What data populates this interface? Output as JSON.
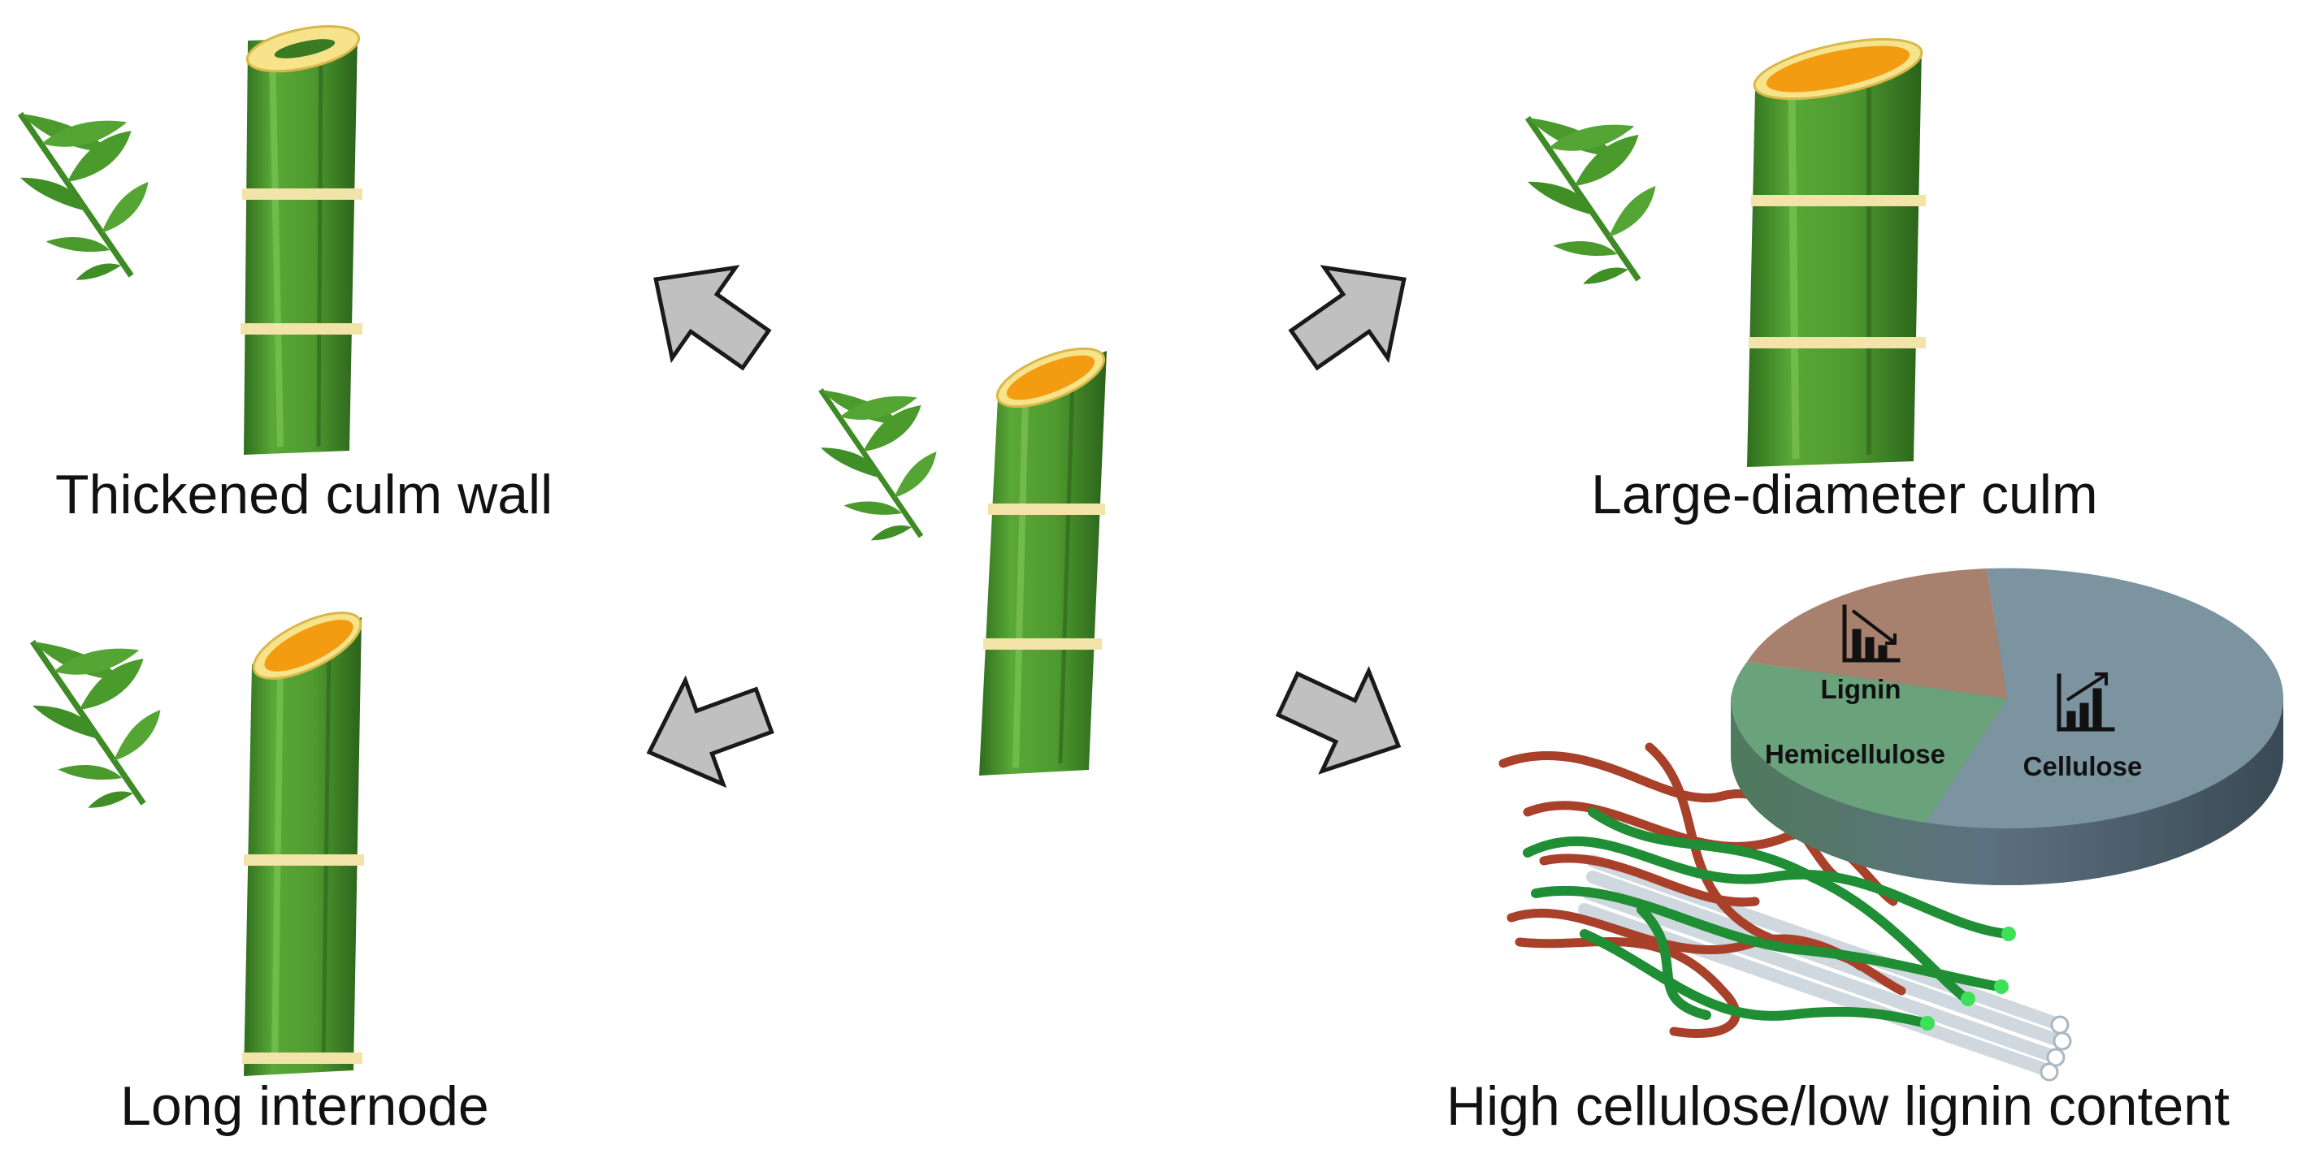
{
  "captions": {
    "thick_wall": "Thickened culm wall",
    "large_diameter": "Large-diameter culm",
    "long_internode": "Long internode",
    "composition": "High cellulose/low lignin content"
  },
  "pie": {
    "lignin": "Lignin",
    "hemicellulose": "Hemicellulose",
    "cellulose": "Cellulose"
  },
  "colors": {
    "culm": "#4f9a2f",
    "culm_dark": "#2f6e1d",
    "node": "#f2e4a8",
    "cut_rim": "#f7e389",
    "cut_inner": "#f39c12",
    "leaf": "#4a9a2c",
    "arrow_fill": "#c0c0c0",
    "arrow_stroke": "#1a1a1a",
    "lignin": "#a8806e",
    "hemicellulose": "#6aa27c",
    "cellulose": "#7c94a0",
    "lignin_fiber": "#a8402a",
    "hemi_fiber": "#1f8e34",
    "cellulose_fiber": "#cfd8df"
  }
}
